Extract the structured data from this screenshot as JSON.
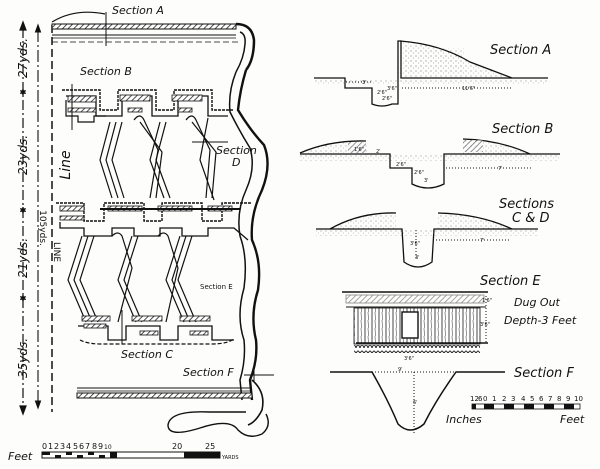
{
  "plan": {
    "labels": {
      "section_a": "Section A",
      "section_b": "Section B",
      "section_c": "Section C",
      "section_d_1": "Section",
      "section_d_2": "D",
      "section_e": "Section E",
      "section_f": "Section F",
      "line_upper": "Line",
      "line_lower": "LINE"
    },
    "dimensions": {
      "d27": "27yds.",
      "d23": "23yds.",
      "d21": "21yds.",
      "d35": "35yds.",
      "d105": "105yds."
    },
    "scale": {
      "unit_left": "Feet",
      "unit_right": "YARDS",
      "ticks": [
        "0",
        "1",
        "2",
        "3",
        "4",
        "5",
        "6",
        "7",
        "8",
        "9",
        "10",
        "20",
        "25"
      ]
    }
  },
  "sections": {
    "a": {
      "title": "Section A",
      "dims": [
        "3'",
        "3'6\"",
        "2'6\"",
        "2'6\"",
        "11'6\""
      ]
    },
    "b": {
      "title": "Section B",
      "dims": [
        "1'6\"",
        "2'",
        "2'6\"",
        "2'6\"",
        "3'",
        "7'"
      ]
    },
    "cd": {
      "title_1": "Sections",
      "title_2": "C & D",
      "dims": [
        "3'6\"",
        "3'",
        "7'"
      ]
    },
    "e": {
      "title": "Section E",
      "note_1": "Dug Out",
      "note_2": "Depth-3 Feet",
      "dims": [
        "1'6\"",
        "3'6\"",
        "3'6\""
      ]
    },
    "f": {
      "title": "Section F",
      "dims": [
        "9'",
        "6'"
      ]
    }
  },
  "section_scale": {
    "ticks": [
      "12",
      "6",
      "0",
      "1",
      "2",
      "3",
      "4",
      "5",
      "6",
      "7",
      "8",
      "9",
      "10"
    ],
    "label_left": "Inches",
    "label_right": "Feet"
  }
}
